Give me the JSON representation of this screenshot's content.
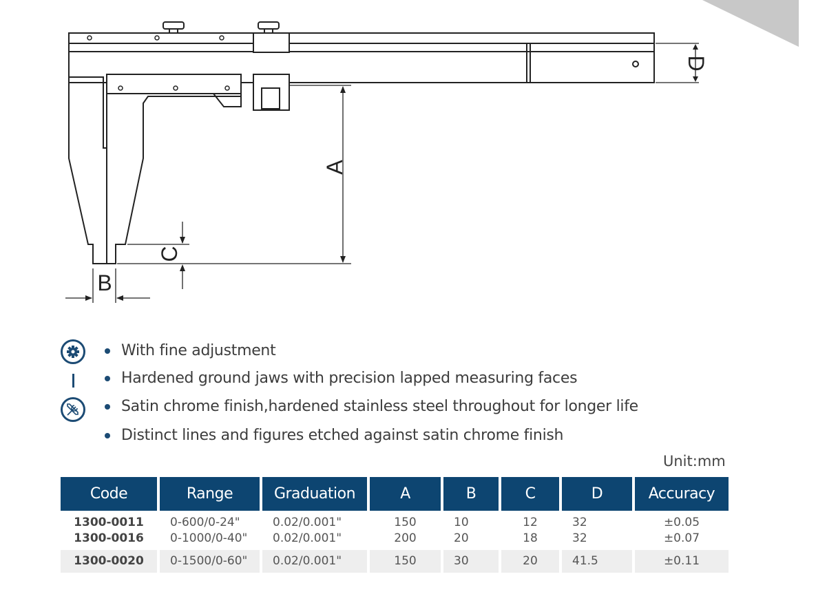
{
  "diagram": {
    "labels": {
      "A": "A",
      "B": "B",
      "C": "C",
      "D": "D"
    }
  },
  "features": [
    "With fine adjustment",
    "Hardened ground jaws with precision lapped measuring faces",
    "Satin chrome finish,hardened stainless steel throughout for longer life",
    "Distinct lines and figures etched against satin chrome finish"
  ],
  "icons": [
    "gear-icon",
    "tools-icon"
  ],
  "unit": "Unit:mm",
  "table": {
    "headers": [
      "Code",
      "Range",
      "Graduation",
      "A",
      "B",
      "C",
      "D",
      "Accuracy"
    ],
    "rows": [
      [
        "1300-0011",
        "0-600/0-24\"",
        "0.02/0.001\"",
        "150",
        "10",
        "12",
        "32",
        "±0.05"
      ],
      [
        "1300-0016",
        "0-1000/0-40\"",
        "0.02/0.001\"",
        "200",
        "20",
        "18",
        "32",
        "±0.07"
      ],
      [
        "1300-0020",
        "0-1500/0-60\"",
        "0.02/0.001\"",
        "150",
        "30",
        "20",
        "41.5",
        "±0.11"
      ]
    ]
  },
  "colors": {
    "header": "#0d4571",
    "accent": "#1c4b74",
    "row_alt": "#eeeeee"
  }
}
